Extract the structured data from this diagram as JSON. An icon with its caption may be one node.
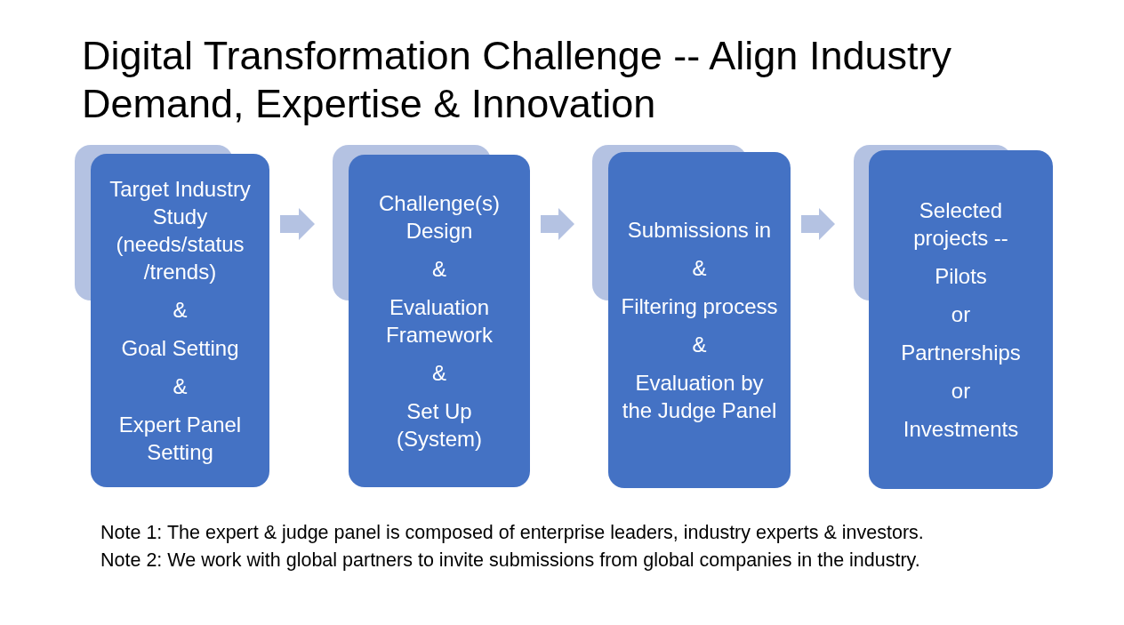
{
  "diagram": {
    "title": "Digital Transformation Challenge -- Align Industry Demand, Expertise & Innovation",
    "nodes": [
      {
        "text": [
          "Target Industry Study (needs/status /trends)",
          "&",
          "Goal Setting",
          "&",
          "Expert Panel Setting"
        ]
      },
      {
        "text": [
          "Challenge(s) Design",
          "&",
          "Evaluation Framework",
          "&",
          "Set Up (System)"
        ]
      },
      {
        "text": [
          "Submissions in",
          "&",
          "Filtering process",
          "&",
          "Evaluation by the Judge Panel"
        ]
      },
      {
        "text": [
          "Selected projects --",
          "Pilots",
          "or",
          "Partnerships",
          "or",
          "Investments"
        ]
      }
    ],
    "edges": [
      {
        "from": 0,
        "to": 1,
        "arrow": "to"
      },
      {
        "from": 1,
        "to": 2,
        "arrow": "to"
      },
      {
        "from": 2,
        "to": 3,
        "arrow": "to"
      }
    ],
    "labels": [
      "Note 1: The expert & judge panel is composed of enterprise leaders, industry experts & investors.",
      "Note 2: We work with global partners to invite submissions from global companies in the industry."
    ]
  }
}
